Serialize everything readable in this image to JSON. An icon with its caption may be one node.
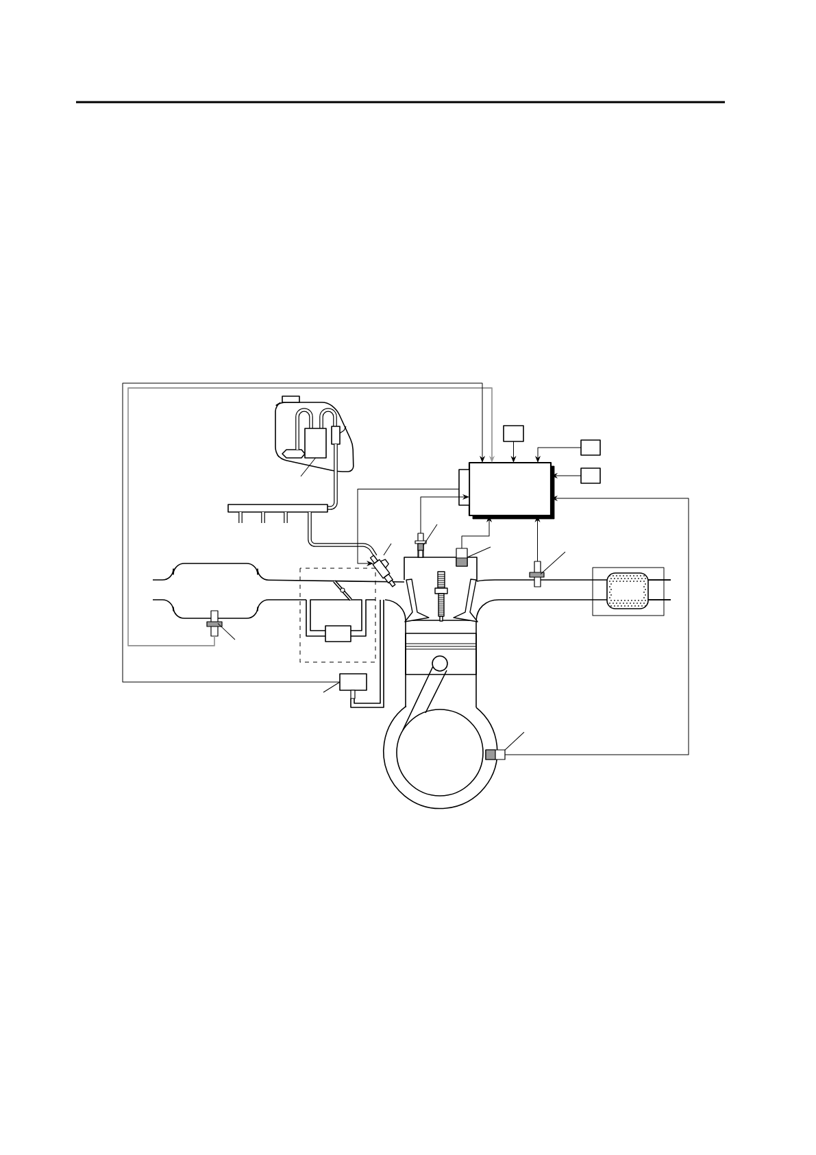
{
  "diagram": {
    "nodes": [
      {
        "text": [],
        "shape": "box"
      },
      {
        "text": [],
        "shape": "box"
      },
      {
        "text": [],
        "shape": "box"
      },
      {
        "text": [],
        "shape": "box"
      },
      {
        "text": [],
        "shape": "picture"
      },
      {
        "text": [],
        "shape": "box"
      },
      {
        "text": [],
        "shape": "picture"
      },
      {
        "text": [],
        "shape": "picture"
      },
      {
        "text": [],
        "shape": "picture"
      },
      {
        "text": [],
        "shape": "picture"
      },
      {
        "text": [],
        "shape": "picture"
      },
      {
        "text": [],
        "shape": "box"
      }
    ],
    "edges": [
      {
        "from": 4,
        "to": 0,
        "arrow": "to",
        "color": "#999999"
      },
      {
        "from": 5,
        "to": 0,
        "arrow": "to"
      },
      {
        "from": 1,
        "to": 0,
        "arrow": "to"
      },
      {
        "from": 2,
        "to": 0,
        "arrow": "to"
      },
      {
        "from": 3,
        "to": 0,
        "arrow": "to"
      },
      {
        "from": 10,
        "to": 0,
        "arrow": "to"
      },
      {
        "from": 9,
        "to": 0,
        "arrow": "to"
      },
      {
        "from": 8,
        "to": 0,
        "arrow": "to"
      },
      {
        "from": 7,
        "to": 0,
        "arrow": "to"
      },
      {
        "from": 0,
        "to": 6,
        "arrow": "to"
      },
      {
        "from": 11,
        "to": null,
        "arrow": "none"
      },
      {
        "from": 4,
        "to": null,
        "arrow": "none"
      },
      {
        "from": 6,
        "to": null,
        "arrow": "none"
      },
      {
        "from": 7,
        "to": null,
        "arrow": "none"
      },
      {
        "from": 8,
        "to": null,
        "arrow": "none"
      },
      {
        "from": 9,
        "to": null,
        "arrow": "none"
      },
      {
        "from": 5,
        "to": null,
        "arrow": "none"
      },
      {
        "from": 10,
        "to": null,
        "arrow": "none"
      }
    ]
  }
}
